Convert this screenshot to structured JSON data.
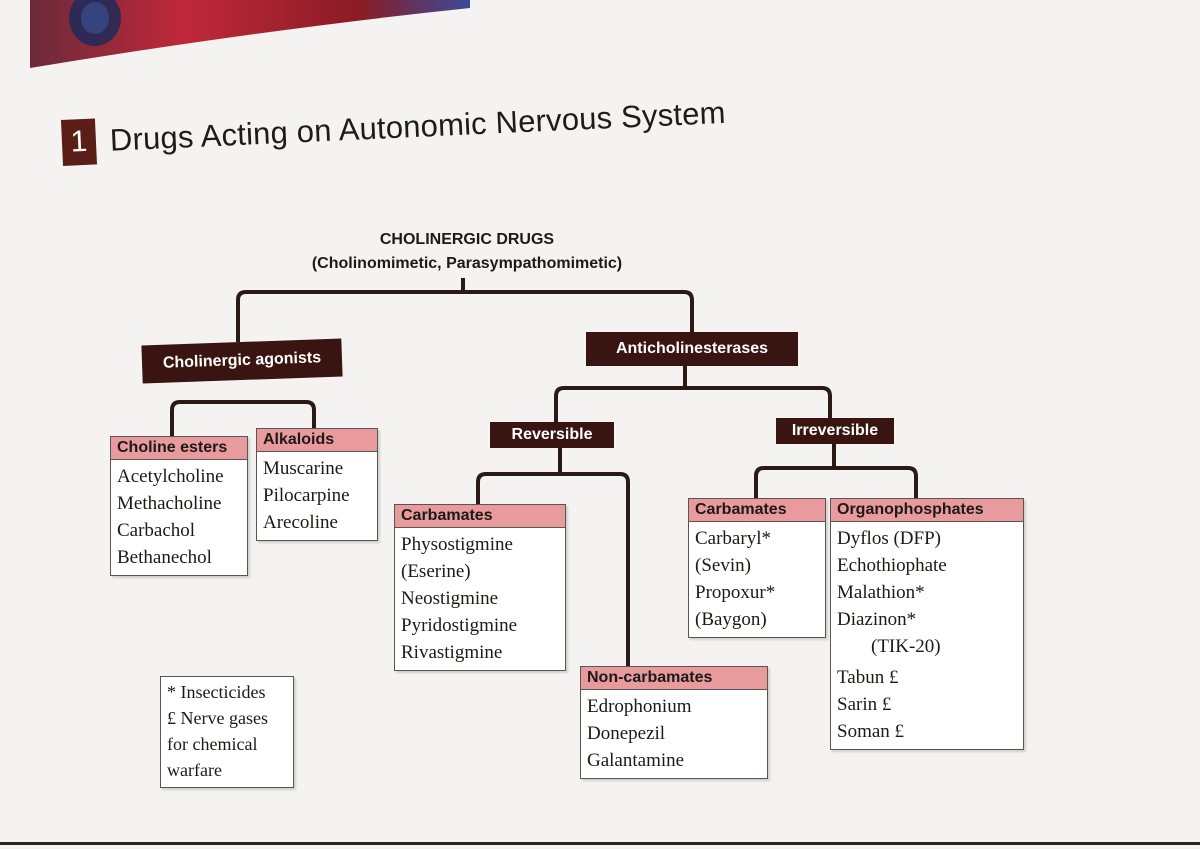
{
  "chapter": {
    "number": "1",
    "title": "Drugs Acting on Autonomic Nervous System"
  },
  "root": {
    "title": "CHOLINERGIC DRUGS",
    "subtitle": "(Cholinomimetic, Parasympathomimetic)"
  },
  "branches": {
    "agonists": "Cholinergic agonists",
    "anticholinesterases": "Anticholinesterases",
    "reversible": "Reversible",
    "irreversible": "Irreversible"
  },
  "groups": {
    "choline_esters": {
      "title": "Choline esters",
      "items": [
        "Acetylcholine",
        "Methacholine",
        "Carbachol",
        "Bethanechol"
      ]
    },
    "alkaloids": {
      "title": "Alkaloids",
      "items": [
        "Muscarine",
        "Pilocarpine",
        "Arecoline"
      ]
    },
    "rev_carbamates": {
      "title": "Carbamates",
      "items": [
        "Physostigmine",
        "(Eserine)",
        "Neostigmine",
        "Pyridostigmine",
        "Rivastigmine"
      ]
    },
    "non_carbamates": {
      "title": "Non-carbamates",
      "items": [
        "Edrophonium",
        "Donepezil",
        "Galantamine"
      ]
    },
    "irr_carbamates": {
      "title": "Carbamates",
      "items": [
        "Carbaryl*",
        "(Sevin)",
        "Propoxur*",
        "(Baygon)"
      ]
    },
    "organophosphates": {
      "title": "Organophosphates",
      "items": [
        "Dyflos (DFP)",
        "Echothiophate",
        "Malathion*",
        "Diazinon*",
        "(TIK-20)",
        "Tabun £",
        "Sarin £",
        "Soman £"
      ]
    }
  },
  "legend": [
    "* Insecticides",
    "£ Nerve gases",
    "for chemical",
    "warfare"
  ],
  "colors": {
    "dark_label": "#3a1410",
    "group_header": "#e89a9c",
    "chapter_badge": "#5a1e16"
  }
}
